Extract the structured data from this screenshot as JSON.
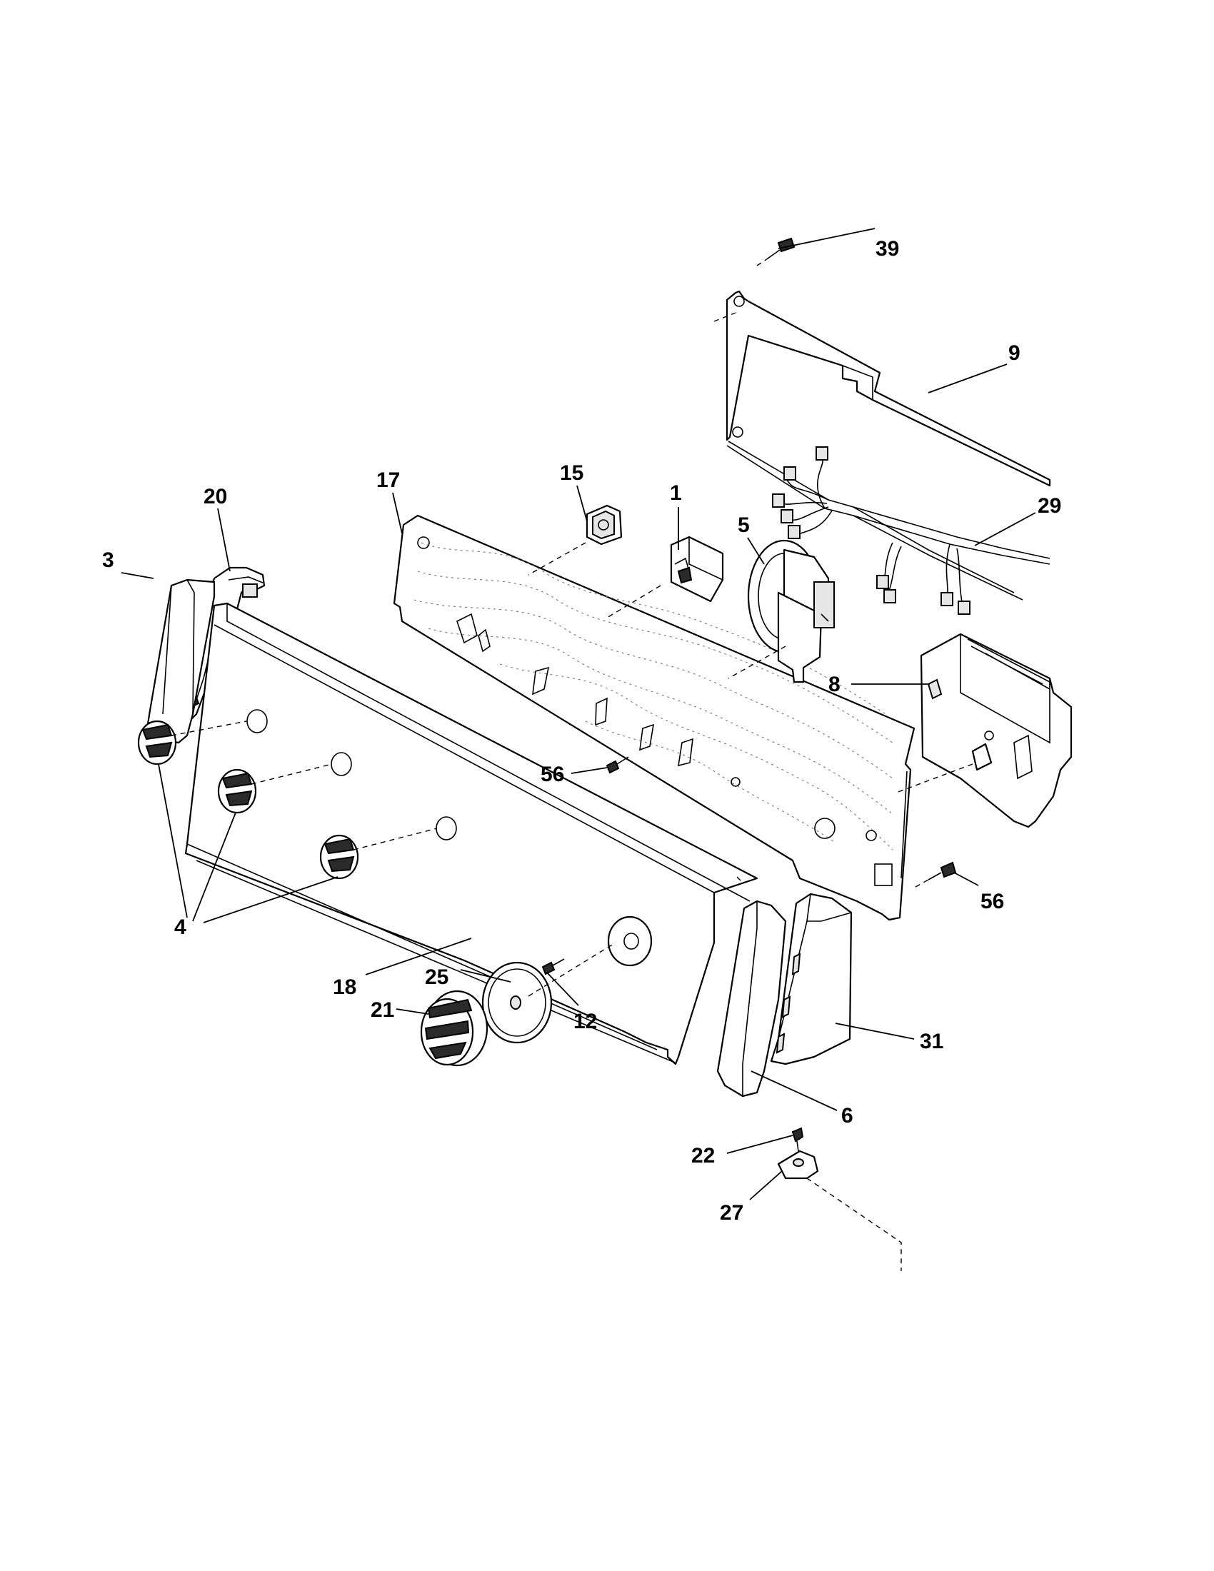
{
  "callouts": {
    "c39": "39",
    "c9": "9",
    "c29": "29",
    "c15": "15",
    "c1": "1",
    "c17": "17",
    "c20": "20",
    "c3": "3",
    "c5": "5",
    "c8": "8",
    "c56a": "56",
    "c56b": "56",
    "c4": "4",
    "c18": "18",
    "c25": "25",
    "c21": "21",
    "c12": "12",
    "c31": "31",
    "c6": "6",
    "c22": "22",
    "c27": "27"
  }
}
